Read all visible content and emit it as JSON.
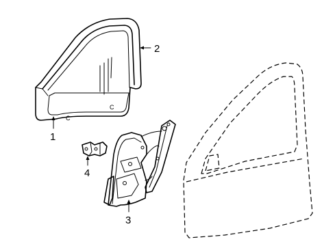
{
  "callouts": [
    {
      "id": "1",
      "text": "1"
    },
    {
      "id": "2",
      "text": "2"
    },
    {
      "id": "3",
      "text": "3"
    },
    {
      "id": "4",
      "text": "4"
    }
  ],
  "parts": [
    "door-glass",
    "glass-run-channel",
    "window-regulator",
    "regulator-motor",
    "front-door-shell"
  ]
}
